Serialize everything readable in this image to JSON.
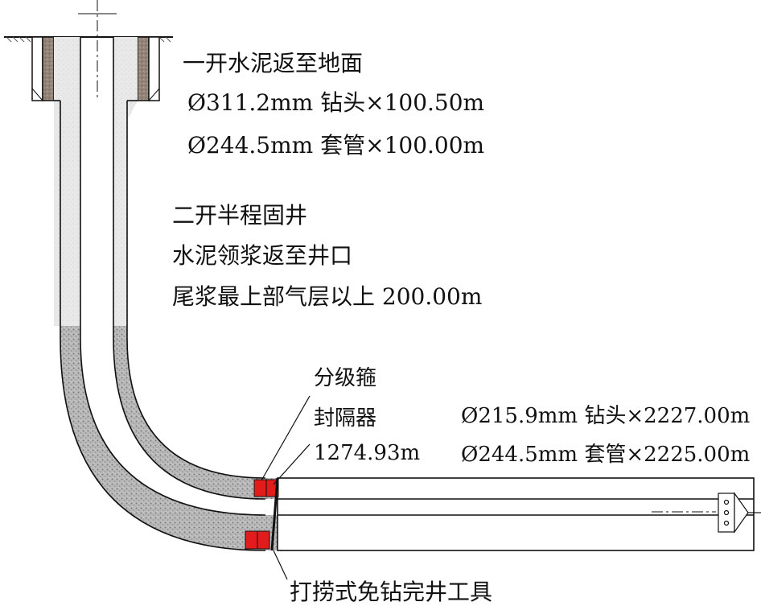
{
  "surface_section": {
    "cement_note": "一开水泥返至地面",
    "bit_spec": "Ø311.2mm 钻头×100.50m",
    "casing_spec": "Ø244.5mm 套管×100.00m"
  },
  "second_section": {
    "title": "二开半程固井",
    "lead_slurry": "水泥领浆返至井口",
    "tail_slurry": "尾浆最上部气层以上 200.00m"
  },
  "stage_collar": {
    "label_1": "分级箍",
    "label_2": "封隔器",
    "depth": "1274.93m"
  },
  "horizontal_section": {
    "bit_spec": "Ø215.9mm 钻头×2227.00m",
    "casing_spec": "Ø244.5mm 套管×2225.00m"
  },
  "completion_tool": {
    "label": "打捞式免钻完井工具"
  },
  "colors": {
    "light_cement": "#e6e6e6",
    "dark_cement": "#b3b3b3",
    "conductor": "#8f8077",
    "packer": "#e21b1b",
    "line": "#111111"
  }
}
